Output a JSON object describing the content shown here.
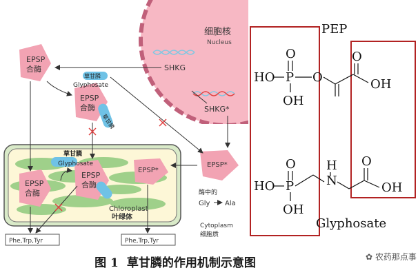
{
  "diagram": {
    "nucleus": {
      "label_cn": "细胞核",
      "label_en": "Nucleus"
    },
    "genes": {
      "shkg": "SHKG",
      "shkg_mut": "SHKG*"
    },
    "enzyme": {
      "epsp": "EPSP",
      "hemei": "合酶",
      "epsp_mut": "EPSP*"
    },
    "glyphosate": {
      "cn": "草甘膦",
      "en": "Glyphosate"
    },
    "chloroplast": {
      "en": "Chloroplast",
      "cn": "叶绿体"
    },
    "cytoplasm": {
      "en": "Cytoplasm",
      "cn": "细胞质"
    },
    "enzyme_in": "酶中的",
    "gly_ala": {
      "gly": "Gly",
      "ala": "Ala"
    },
    "products": "Phe,Trp,Tyr",
    "pep": {
      "title": "PEP",
      "ho_left": "HO",
      "p": "P",
      "o_top": "O",
      "oh_bottom": "OH",
      "o_link": "O",
      "o_acid": "O",
      "oh_acid": "OH"
    },
    "gly_struct": {
      "title": "Glyphosate",
      "ho_left": "HO",
      "p": "P",
      "o_top": "O",
      "oh_bottom": "OH",
      "h": "H",
      "n": "N",
      "o_acid": "O",
      "oh_acid": "OH"
    }
  },
  "caption": {
    "fig": "图 1",
    "text": "草甘膦的作用机制示意图"
  },
  "watermark": "农药那点事",
  "colors": {
    "pink": "#f2a3b3",
    "nucleus": "#f7b8c4",
    "chloro_green": "#9fd08a",
    "chloro_bg": "#fdf7d7",
    "box_red": "#b22222",
    "glyph_blue": "#6fc2e6",
    "dna_blue": "#7ec8e3",
    "dna_red": "#e04040"
  }
}
